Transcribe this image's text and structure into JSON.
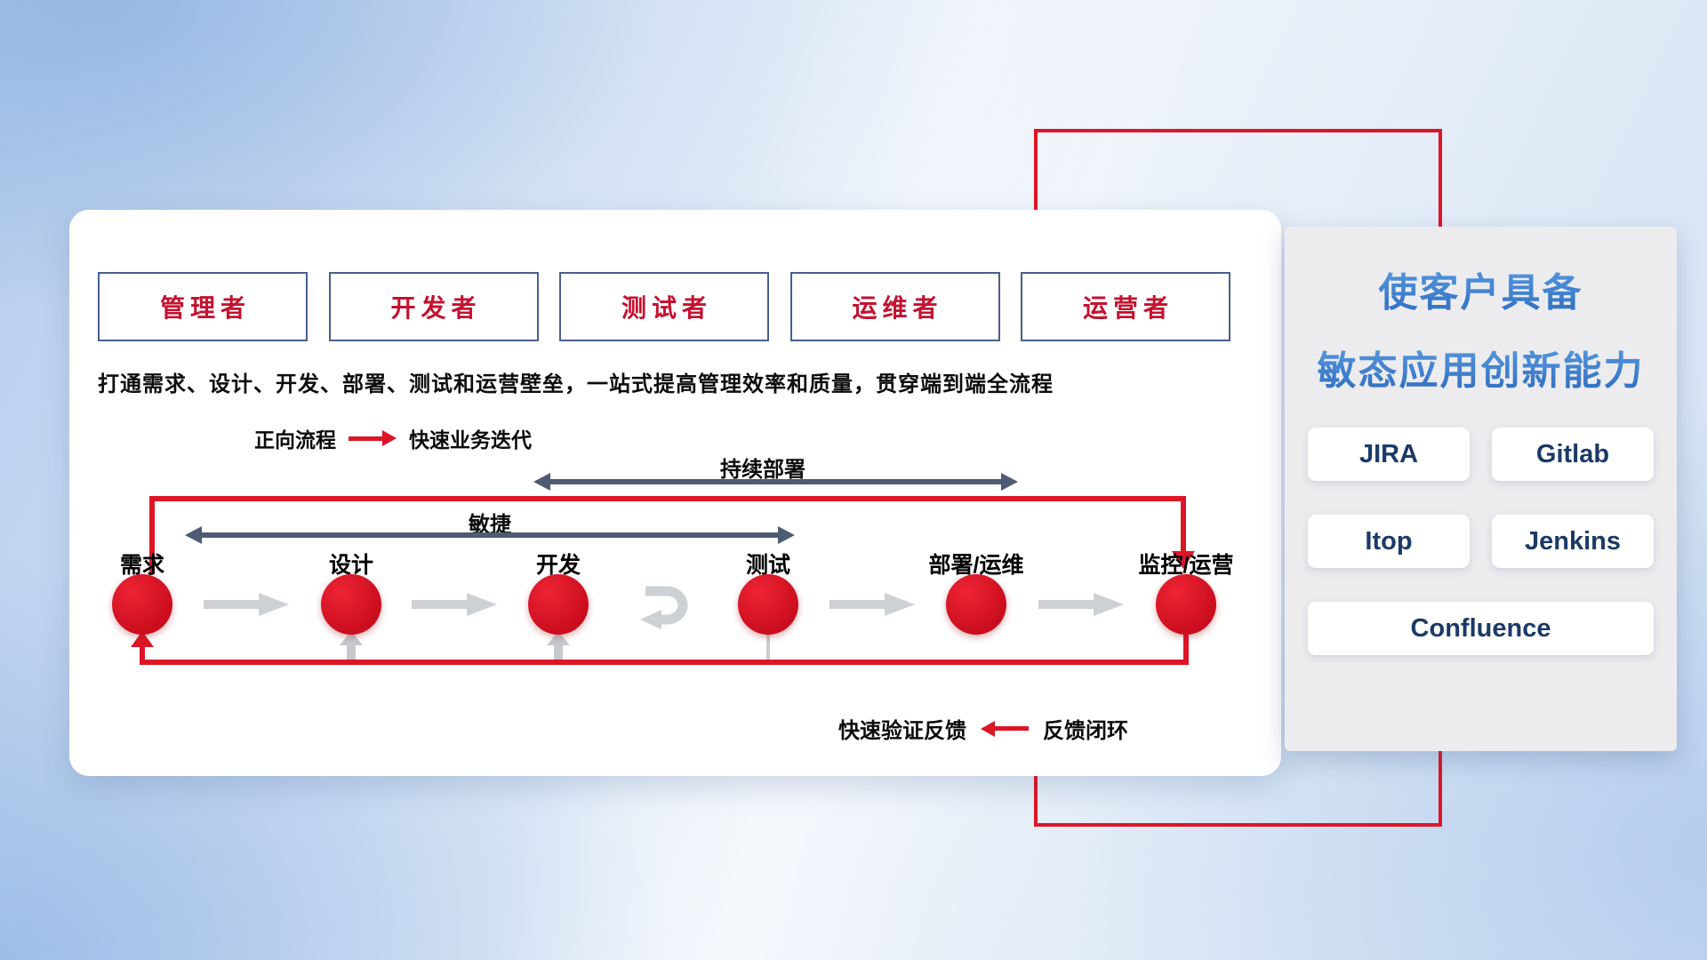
{
  "roles": [
    "管理者",
    "开发者",
    "测试者",
    "运维者",
    "运营者"
  ],
  "headline": "打通需求、设计、开发、部署、测试和运营壁垒，一站式提高管理效率和质量，贯穿端到端全流程",
  "legend": {
    "forward_label": "正向流程",
    "forward_value": "快速业务迭代",
    "feedback_label": "快速验证反馈",
    "feedback_value": "反馈闭环"
  },
  "spans": {
    "continuous_deploy": "持续部署",
    "agile": "敏捷"
  },
  "nodes": [
    "需求",
    "设计",
    "开发",
    "测试",
    "部署/运维",
    "监控/运营"
  ],
  "panel": {
    "title_line1": "使客户具备",
    "title_line2": "敏态应用创新能力",
    "tools": [
      "JIRA",
      "Gitlab",
      "Itop",
      "Jenkins",
      "Confluence"
    ]
  },
  "colors": {
    "accent_red": "#dc1626",
    "slate_arrow": "#4d5c73",
    "gray_arrow": "#cdd1d6",
    "title_blue": "#3a7bd5",
    "tool_text_navy": "#1b3a66",
    "role_text_red": "#c41230",
    "role_border_navy": "#4a5f8f"
  }
}
